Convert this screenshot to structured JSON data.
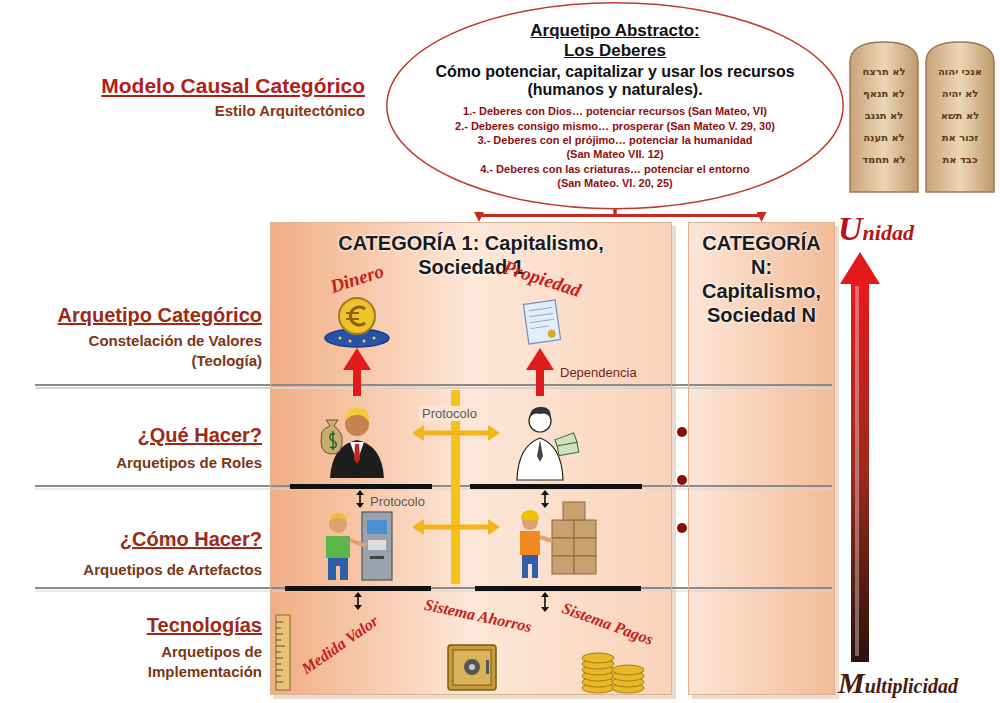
{
  "diagram": {
    "nodes": [
      {
        "text": [
          "Arquetipo Abstracto: Los Deberes",
          "Cómo potenciar, capitalizar y usar los recursos (humanos y naturales).",
          "1.- Deberes con Dios… potenciar recursos (San Mateo, VI)",
          "2.- Deberes consigo mismo… prosperar (San Mateo V. 29, 30)",
          "3.- Deberes con el prójimo… potenciar la humanidad (San Mateo VII. 12)",
          "4.- Deberes con las criaturas… potenciar el entorno (San Mateo. VI. 20, 25)"
        ]
      },
      {
        "text": [
          "CATEGORÍA 1: Capitalismo, Sociedad 1"
        ]
      },
      {
        "text": [
          "CATEGORÍA N: Capitalismo, Sociedad N"
        ]
      }
    ],
    "edges": [
      {
        "from": 0,
        "to": 1,
        "arrow": "to"
      },
      {
        "from": 0,
        "to": 2,
        "arrow": "to"
      }
    ],
    "labels": [
      "Modelo Causal Categórico",
      "Estilo Arquitectónico",
      "Arquetipo Categórico",
      "Constelación de Valores (Teología)",
      "¿Qué Hacer?",
      "Arquetipos de Roles",
      "¿Cómo Hacer?",
      "Arquetipos de Artefactos",
      "Tecnologías",
      "Arquetipos de Implementación",
      "Dinero",
      "Propiedad",
      "Dependencia",
      "Protocolo",
      "Protocolo",
      "Medida Valor",
      "Sistema Ahorros",
      "Sistema Pagos",
      "Unidad",
      "Multiplicidad",
      "לא תרצח",
      "לא תנאף",
      "לא תגנב",
      "לא תענה",
      "לא תחמד",
      "אנכי יהוה",
      "לא יהיה",
      "לא תשא",
      "זכור את",
      "כבד את"
    ]
  }
}
